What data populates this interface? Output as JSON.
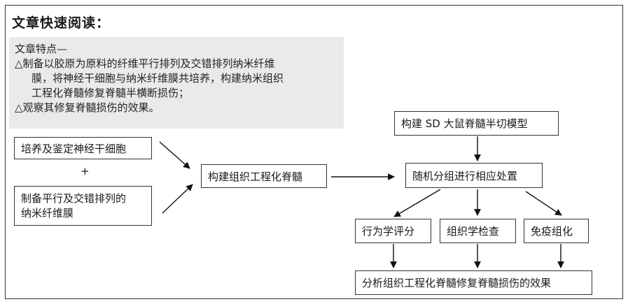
{
  "heading": "文章快速阅读：",
  "features": {
    "title": "文章特点—",
    "line1": "△制备以胶原为原料的纤维平行排列及交错排列纳米纤维",
    "line2": "膜，将神经干细胞与纳米纤维膜共培养，构建纳米组织",
    "line3": "工程化脊髓修复脊髓半横断损伤；",
    "line4": "△观察其修复脊髓损伤的效果。"
  },
  "nodes": {
    "culture": "培养及鉴定神经干细胞",
    "plus": "+",
    "membrane_line1": "制备平行及交错排列的",
    "membrane_line2": "纳米纤维膜",
    "construct": "构建组织工程化脊髓",
    "model": "构建 SD 大鼠脊髓半切模型",
    "random": "随机分组进行相应处置",
    "behavior": "行为学评分",
    "histology": "组织学检查",
    "immuno": "免疫组化",
    "analysis": "分析组织工程化脊髓修复脊髓损伤的效果"
  }
}
